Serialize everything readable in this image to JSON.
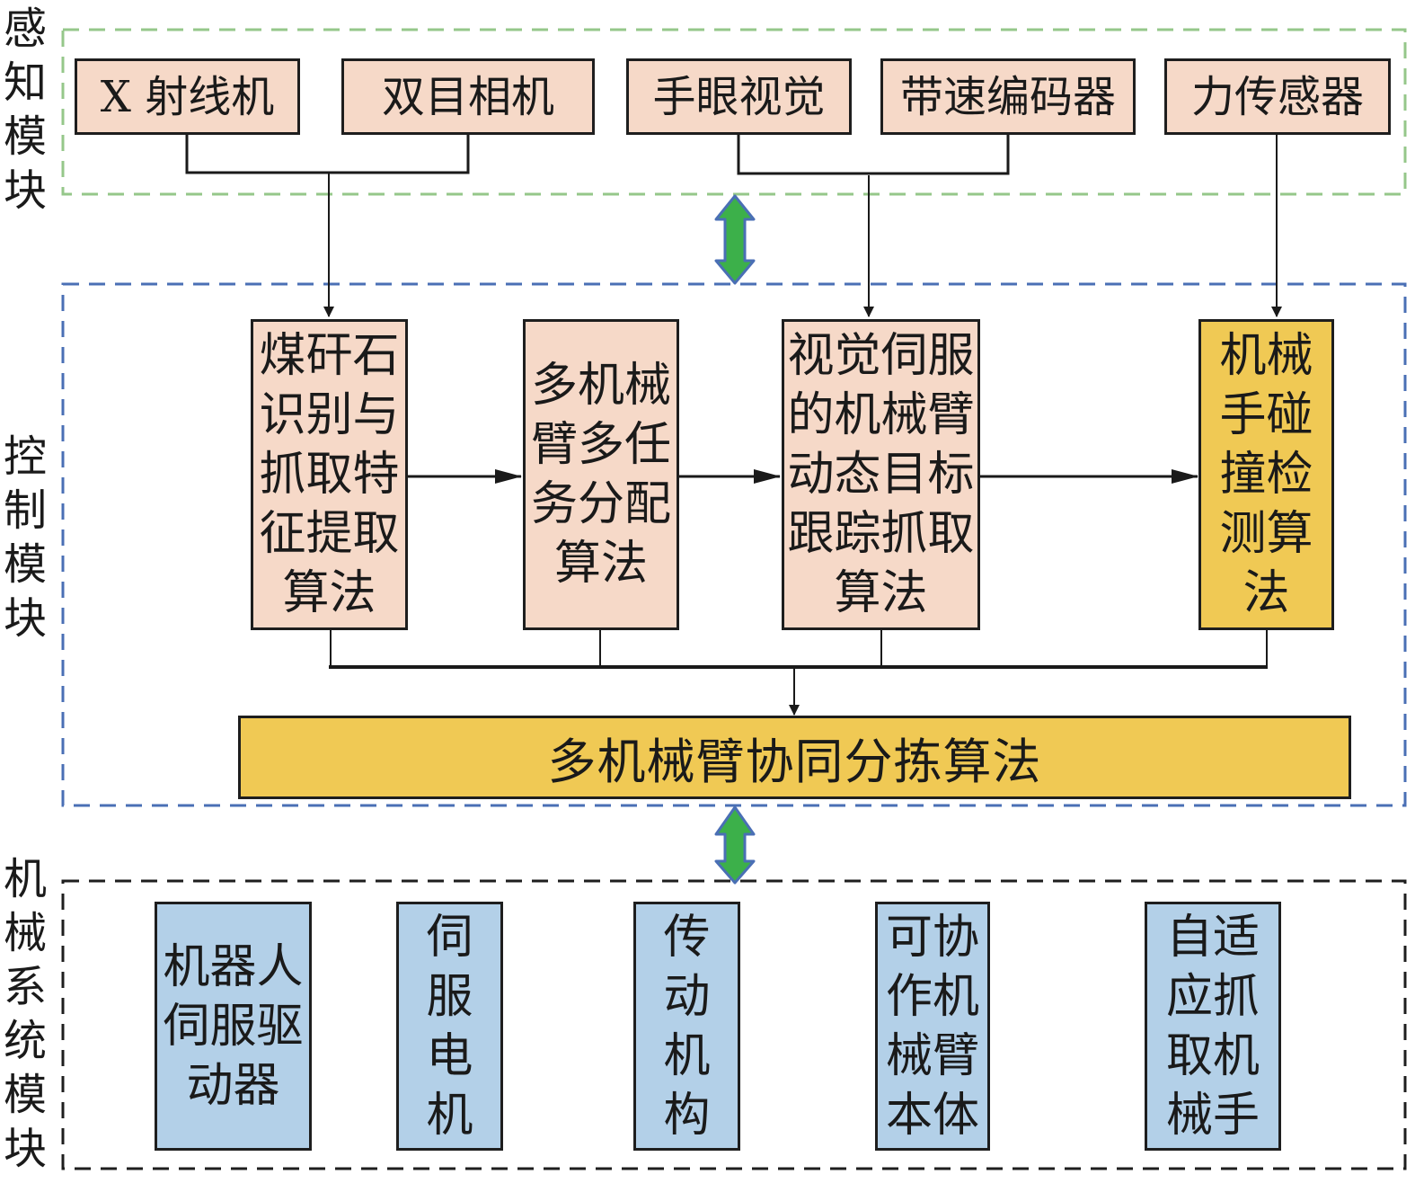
{
  "colors": {
    "perception_border": "#95c78a",
    "control_border": "#4a6fb5",
    "mechanical_border": "#1e1e1e",
    "sensor_fill": "#f6d9c8",
    "highlight_fill": "#f0c954",
    "mechanical_fill": "#b3d0e8",
    "double_arrow_fill": "#3cb04a",
    "double_arrow_stroke": "#4a6fb5"
  },
  "modules": {
    "perception": {
      "label": "感\n知\n模\n块",
      "sensors": [
        "X 射线机",
        "双目相机",
        "手眼视觉",
        "带速编码器",
        "力传感器"
      ]
    },
    "control": {
      "label": "控\n制\n模\n块",
      "algorithms": [
        "煤矸石\n识别与\n抓取特\n征提取\n算法",
        "多机械\n臂多任\n务分配\n算法",
        "视觉伺服\n的机械臂\n动态目标\n跟踪抓取\n算法",
        "机械\n手碰\n撞检\n测算\n法"
      ],
      "cooperative": "多机械臂协同分拣算法"
    },
    "mechanical": {
      "label": "机\n械\n系\n统\n模\n块",
      "components": [
        "机器人\n伺服驱\n动器",
        "伺\n服\n电\n机",
        "传\n动\n机\n构",
        "可协\n作机\n械臂\n本体",
        "自适\n应抓\n取机\n械手"
      ]
    }
  }
}
